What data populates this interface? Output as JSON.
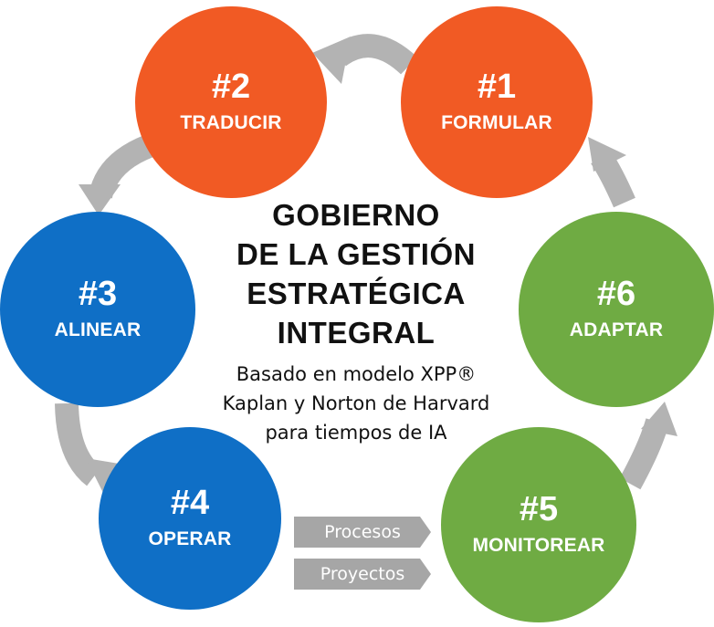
{
  "diagram": {
    "title_lines": [
      "GOBIERNO",
      "DE LA GESTIÓN",
      "ESTRATÉGICA",
      "INTEGRAL"
    ],
    "subtitle_lines": [
      "Basado en modelo XPP®",
      "Kaplan y Norton de Harvard",
      "para tiempos de IA"
    ],
    "steps": [
      {
        "number": "#1",
        "label": "FORMULAR",
        "color": "#f15a24"
      },
      {
        "number": "#2",
        "label": "TRADUCIR",
        "color": "#f15a24"
      },
      {
        "number": "#3",
        "label": "ALINEAR",
        "color": "#0f6fc6"
      },
      {
        "number": "#4",
        "label": "OPERAR",
        "color": "#0f6fc6"
      },
      {
        "number": "#5",
        "label": "MONITOREAR",
        "color": "#6fab43"
      },
      {
        "number": "#6",
        "label": "ADAPTAR",
        "color": "#6fab43"
      }
    ],
    "tags": [
      {
        "label": "Procesos"
      },
      {
        "label": "Proyectos"
      }
    ],
    "arrow_color": "#b3b3b3"
  }
}
